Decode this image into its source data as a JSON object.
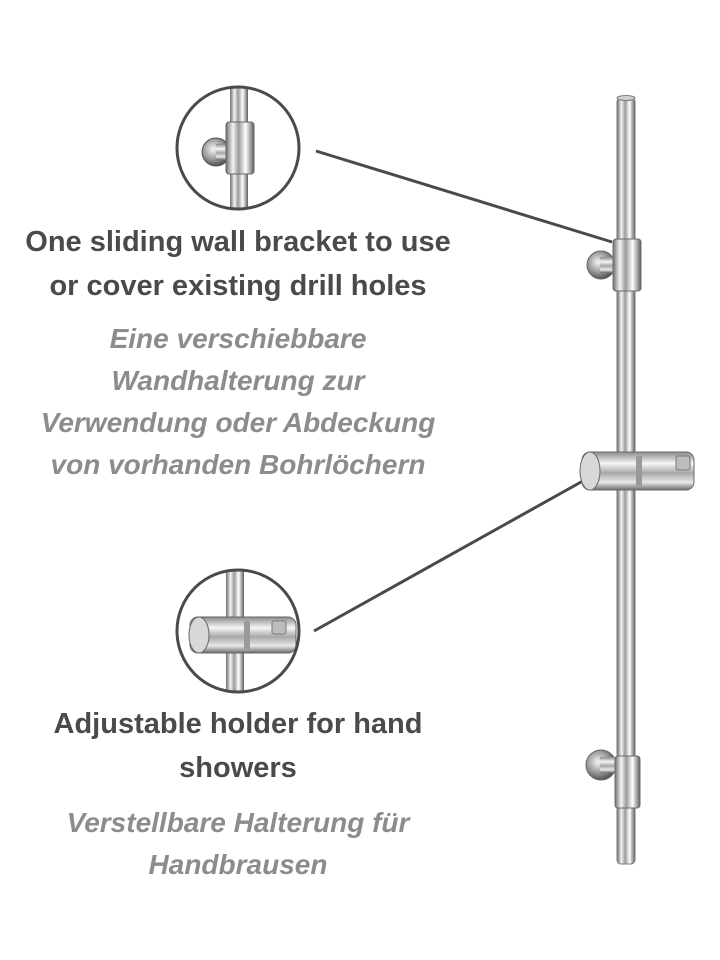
{
  "callouts": [
    {
      "en_lines": [
        "One sliding wall bracket to use",
        "or cover existing drill holes"
      ],
      "de_lines": [
        "Eine verschiebbare",
        "Wandhalterung zur",
        "Verwendung oder Abdeckung",
        "von vorhanden Bohrlöchern"
      ]
    },
    {
      "en_lines": [
        "Adjustable holder for hand",
        "showers"
      ],
      "de_lines": [
        "Verstellbare Halterung für",
        "Handbrausen"
      ]
    }
  ],
  "colors": {
    "heading": "#4a4a4a",
    "subheading": "#8c8c8c",
    "leader_line": "#4a4a4a",
    "chrome": "#c8c8c8"
  }
}
